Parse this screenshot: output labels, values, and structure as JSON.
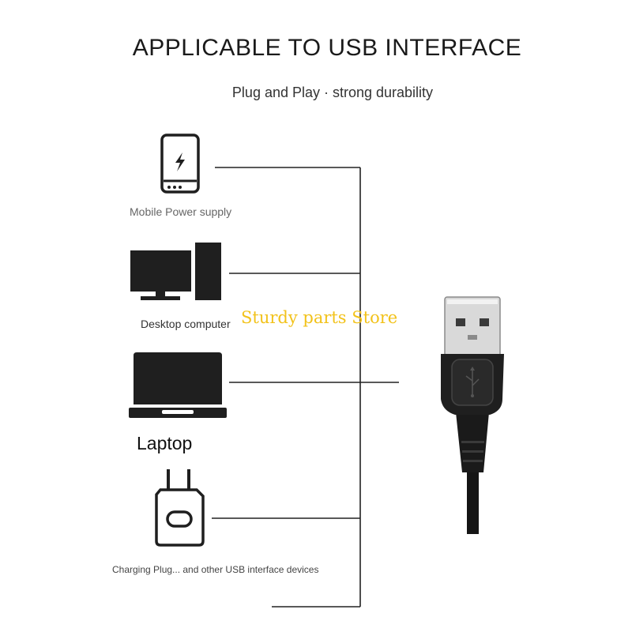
{
  "header": {
    "title": "APPLICABLE TO USB INTERFACE",
    "subtitle": "Plug and Play · strong durability"
  },
  "devices": [
    {
      "label": "Mobile Power supply",
      "icon": "power-bank-icon"
    },
    {
      "label": "Desktop computer",
      "icon": "desktop-computer-icon"
    },
    {
      "label": "Laptop",
      "icon": "laptop-icon"
    },
    {
      "label": "Charging Plug... and other USB interface devices",
      "icon": "charging-plug-icon"
    }
  ],
  "watermark": "Sturdy parts Store",
  "product_icon": "usb-cable-icon",
  "colors": {
    "icon": "#1f1f1f",
    "watermark": "#f2c21a",
    "line": "#222222"
  }
}
